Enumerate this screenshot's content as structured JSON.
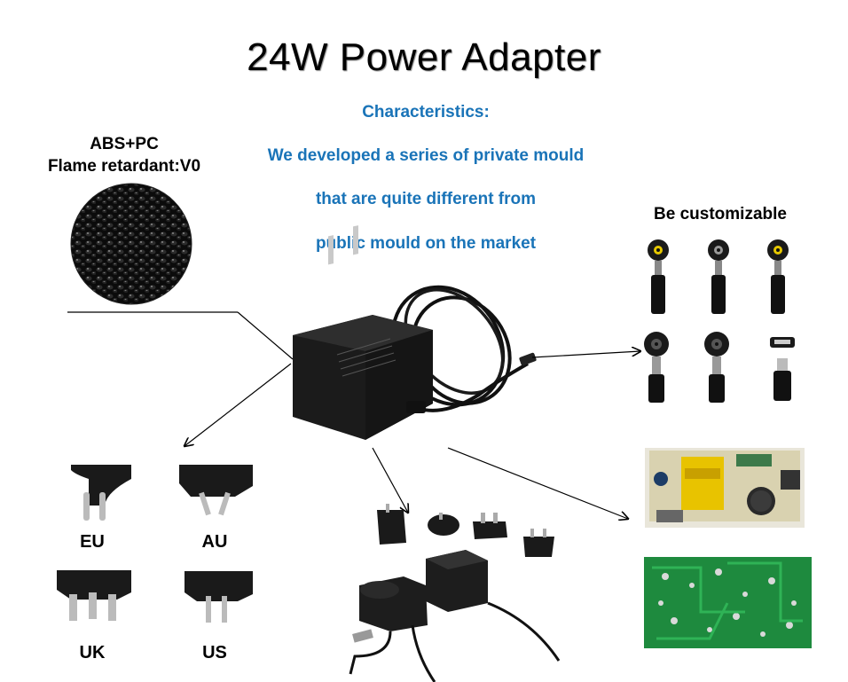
{
  "title": "24W Power Adapter",
  "characteristics": {
    "heading": "Characteristics:",
    "lines": [
      "We developed a series of private mould",
      "that are quite different from",
      "public mould on the market"
    ]
  },
  "material": {
    "line1": "ABS+PC",
    "line2": "Flame retardant:V0"
  },
  "customizable_label": "Be customizable",
  "plug_types": [
    "EU",
    "AU",
    "UK",
    "US"
  ],
  "colors": {
    "title": "#000000",
    "accent_blue": "#1a74b8",
    "pcb_green": "#1e8a3e"
  }
}
